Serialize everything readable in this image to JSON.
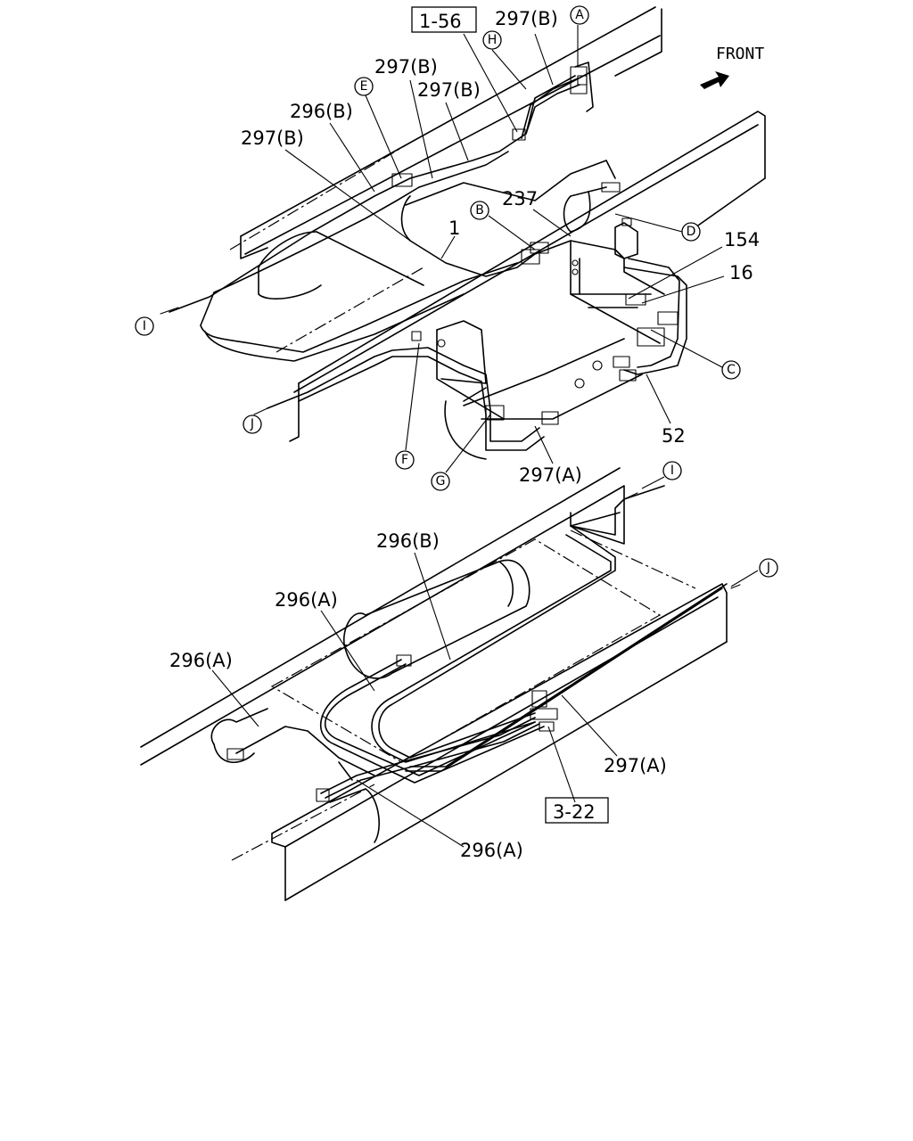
{
  "front_label": "FRONT",
  "ref_boxes": {
    "top": "1-56",
    "bottom": "3-22"
  },
  "part_labels": {
    "p297b_top": "297(B)",
    "p297b_a": "297(B)",
    "p297b_b": "297(B)",
    "p296b_top": "296(B)",
    "p297b_c": "297(B)",
    "p237": "237",
    "p1": "1",
    "p154": "154",
    "p16": "16",
    "p52": "52",
    "p297a_top": "297(A)",
    "p296b_bottom": "296(B)",
    "p296a_1": "296(A)",
    "p296a_2": "296(A)",
    "p297a_bottom": "297(A)",
    "p296a_3": "296(A)"
  },
  "connector_markers": {
    "A": "A",
    "H": "H",
    "E": "E",
    "B": "B",
    "D": "D",
    "C": "C",
    "I_top": "I",
    "J_top": "J",
    "F": "F",
    "G": "G",
    "I_bottom": "I",
    "J_bottom": "J"
  }
}
